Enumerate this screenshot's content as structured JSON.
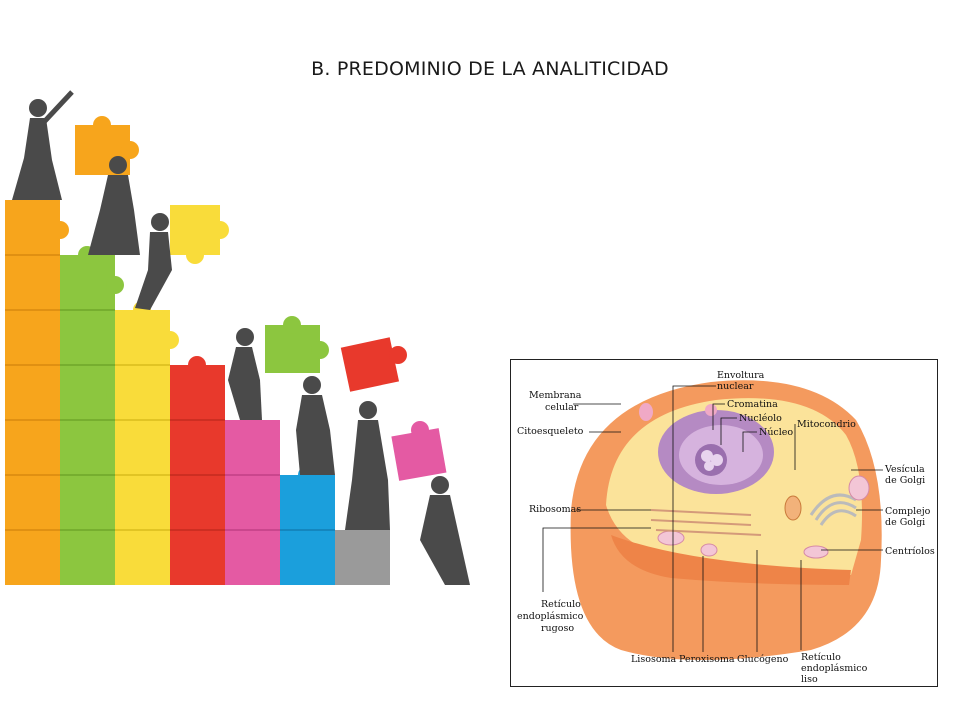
{
  "slide": {
    "title": "B. PREDOMINIO DE LA ANALITICIDAD"
  },
  "cell_labels": {
    "membrana_1": "Membrana",
    "membrana_2": "celular",
    "citoesqueleto": "Citoesqueleto",
    "ribosomas": "Ribosomas",
    "rer_1": "Retículo",
    "rer_2": "endoplásmico",
    "rer_3": "rugoso",
    "envoltura_1": "Envoltura",
    "envoltura_2": "nuclear",
    "cromatina": "Cromatina",
    "nucleolo": "Nucléolo",
    "nucleo": "Núcleo",
    "mitocondrio": "Mitocondrio",
    "vesicula_1": "Vesícula",
    "vesicula_2": "de Golgi",
    "complejo_1": "Complejo",
    "complejo_2": "de Golgi",
    "centriolos": "Centríolos",
    "lisosoma": "Lisosoma",
    "peroxisoma": "Peroxisoma",
    "glucogeno": "Glucógeno",
    "rel_1": "Retículo",
    "rel_2": "endoplásmico",
    "rel_3": "liso"
  },
  "colors": {
    "puzzle_orange": "#f7a51c",
    "puzzle_green": "#8cc63f",
    "puzzle_yellow": "#f9dc3a",
    "puzzle_red": "#e8392c",
    "puzzle_pink": "#e45aa3",
    "puzzle_blue": "#1b9fdc",
    "puzzle_gray": "#9a9a9a",
    "figure_gray": "#4a4a4a",
    "cell_outer": "#f49a5e",
    "cell_inner": "#fbe39a",
    "nucleus": "#b58ac3"
  }
}
